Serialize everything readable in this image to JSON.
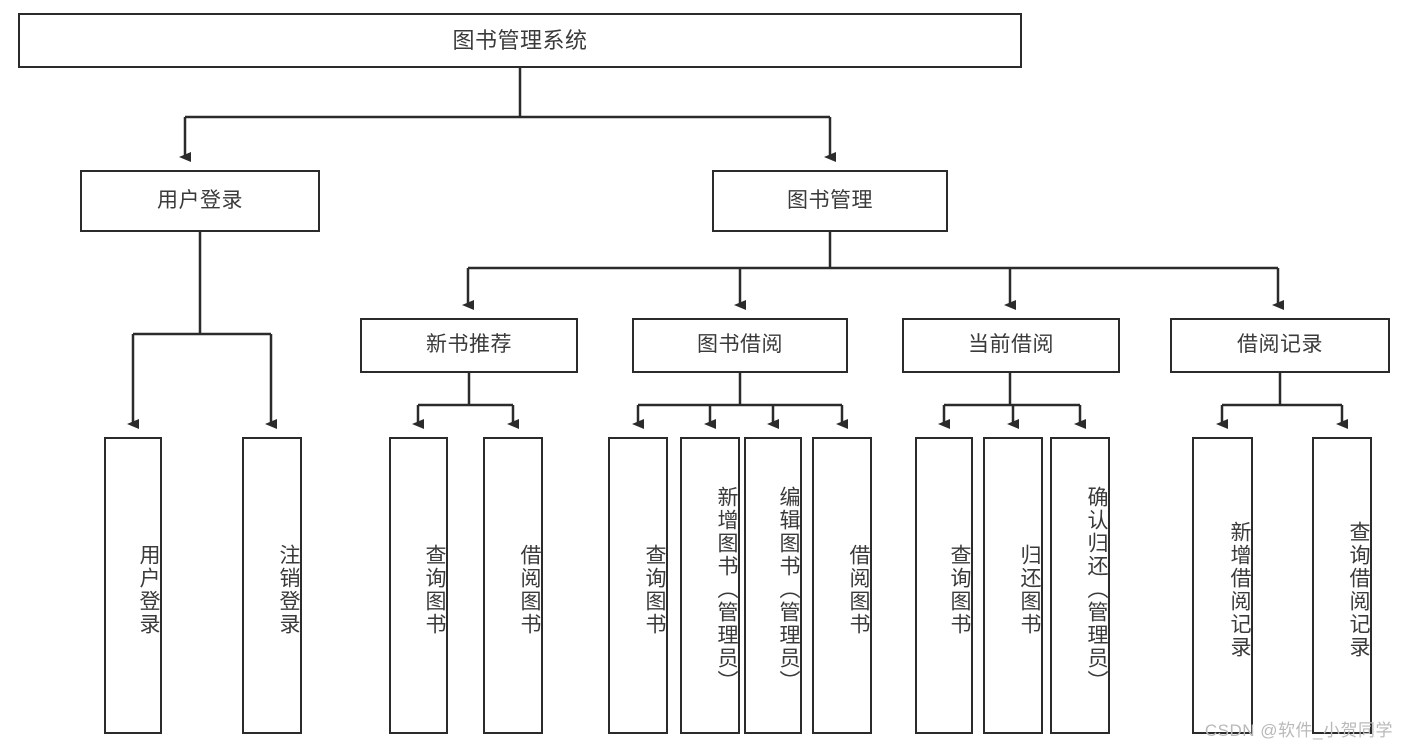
{
  "diagram": {
    "title": "图书管理系统",
    "watermark": "CSDN @软件_小贺同学",
    "line_color": "#2b2b2b",
    "text_color": "#3a3a3a",
    "background_color": "#ffffff",
    "nodes": {
      "root": {
        "label": "图书管理系统"
      },
      "level2": [
        {
          "id": "user-login",
          "label": "用户登录"
        },
        {
          "id": "book-management",
          "label": "图书管理"
        }
      ],
      "level3": [
        {
          "id": "new-book-recommend",
          "label": "新书推荐"
        },
        {
          "id": "book-borrow",
          "label": "图书借阅"
        },
        {
          "id": "current-borrow",
          "label": "当前借阅"
        },
        {
          "id": "borrow-record",
          "label": "借阅记录"
        }
      ],
      "leaves": {
        "user_login": [
          {
            "id": "leaf-user-login",
            "label": "用户登录"
          },
          {
            "id": "leaf-logout-login",
            "label": "注销登录"
          }
        ],
        "new_book_recommend": [
          {
            "id": "leaf-query-book-1",
            "label": "查询图书"
          },
          {
            "id": "leaf-borrow-book-1",
            "label": "借阅图书"
          }
        ],
        "book_borrow": [
          {
            "id": "leaf-query-book-2",
            "label": "查询图书"
          },
          {
            "id": "leaf-add-book-admin",
            "label": "新增图书（管理员）"
          },
          {
            "id": "leaf-edit-book-admin",
            "label": "编辑图书（管理员）"
          },
          {
            "id": "leaf-borrow-book-2",
            "label": "借阅图书"
          }
        ],
        "current_borrow": [
          {
            "id": "leaf-query-book-3",
            "label": "查询图书"
          },
          {
            "id": "leaf-return-book",
            "label": "归还图书"
          },
          {
            "id": "leaf-confirm-return-admin",
            "label": "确认归还（管理员）"
          }
        ],
        "borrow_record": [
          {
            "id": "leaf-add-borrow-record",
            "label": "新增借阅记录"
          },
          {
            "id": "leaf-query-borrow-record",
            "label": "查询借阅记录"
          }
        ]
      }
    }
  }
}
